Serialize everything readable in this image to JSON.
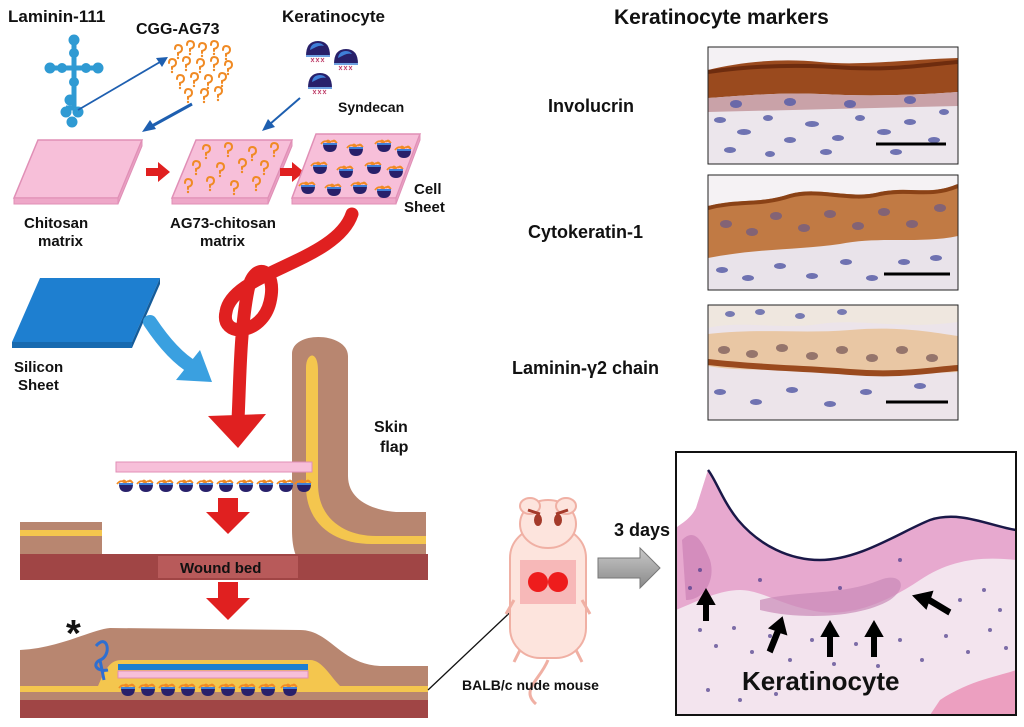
{
  "labels": {
    "laminin": "Laminin-111",
    "cgg": "CGG-AG73",
    "keratinocyte_top": "Keratinocyte",
    "syndecan": "Syndecan",
    "chitosan": [
      "Chitosan",
      "matrix"
    ],
    "ag73": [
      "AG73-chitosan",
      "matrix"
    ],
    "cell_sheet": [
      "Cell",
      "Sheet"
    ],
    "silicon": [
      "Silicon",
      "Sheet"
    ],
    "skin_flap": [
      "Skin",
      "flap"
    ],
    "wound_bed": "Wound bed",
    "asterisk": "*",
    "mouse": "BALB/c nude mouse",
    "days": "3 days",
    "markers_title": "Keratinocyte markers",
    "involucrin": "Involucrin",
    "cytokeratin": "Cytokeratin-1",
    "laminin_g2": "Laminin-γ2 chain",
    "histology_label": "Keratinocyte"
  },
  "colors": {
    "pink_sheet": "#f7bfd9",
    "pink_edge": "#e08fb6",
    "arrow_red": "#e02020",
    "silicon_blue": "#1e7fd0",
    "skin_brown": "#b88670",
    "skin_yellow": "#f4c64e",
    "wound_dark": "#a04545",
    "ag73_orange": "#f08a24",
    "cell_navy": "#28206a",
    "laminin_blue": "#2f9ad3",
    "stain_brown": "#9a4a1e",
    "he_pink": "#e7a9cf"
  }
}
